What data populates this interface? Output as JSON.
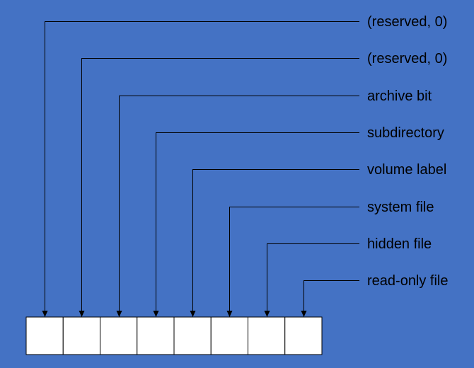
{
  "diagram": {
    "title": "",
    "labels": [
      "(reserved, 0)",
      "(reserved, 0)",
      "archive bit",
      "subdirectory",
      "volume label",
      "system file",
      "hidden file",
      "read-only file"
    ],
    "bit_count": 8
  },
  "colors": {
    "background": "#4472c4",
    "cell_fill": "#ffffff",
    "line": "#000000",
    "text": "#000000"
  }
}
